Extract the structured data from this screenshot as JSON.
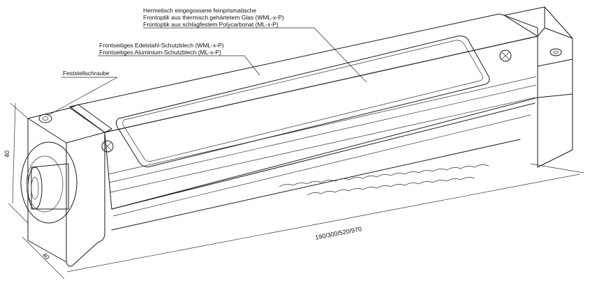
{
  "callouts": {
    "optics": {
      "line1": "Hermetisch eingegossene feinprismatische",
      "line2": "Frontoptik aus thermisch gehärtetem Glas (WML-x-P)",
      "line3": "Frontoptik aus schlagfestem Polycarbonat (ML-x-P)"
    },
    "shield": {
      "line1": "Frontseitiges Edelstahl-Schutzblech (WML-x-P)",
      "line2": "Frontseitiges Aluminium-Schutzblech (ML-x-P)"
    },
    "screw": {
      "line1": "Feststellschraube"
    }
  },
  "dimensions": {
    "height": "40",
    "depth": "40",
    "length": "190/300/520/970"
  },
  "icons": [
    "screw-head-icon",
    "hex-socket-icon"
  ]
}
